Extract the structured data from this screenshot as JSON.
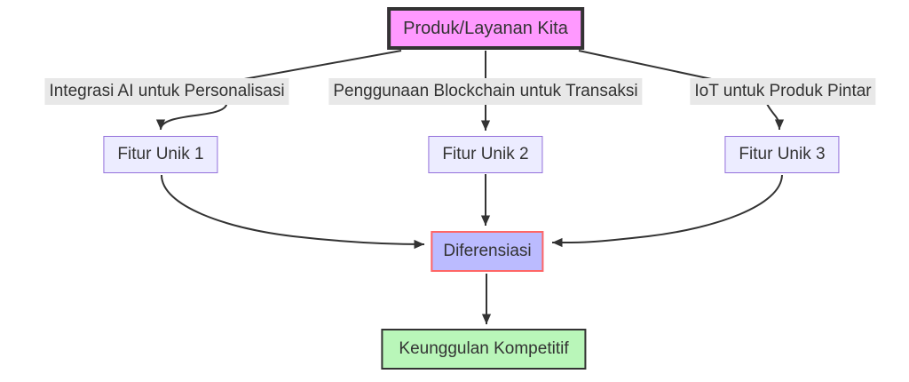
{
  "diagram": {
    "type": "flowchart-top-down",
    "background": "#ffffff",
    "text_color": "#333333",
    "edge_color": "#333333",
    "edge_label_bg": "#e8e8e8",
    "nodes": {
      "produk": {
        "label": "Produk/Layanan Kita",
        "fill": "#ff99ff",
        "border": "#333333"
      },
      "fitur1": {
        "label": "Fitur Unik 1",
        "fill": "#ececff",
        "border": "#9370db"
      },
      "fitur2": {
        "label": "Fitur Unik 2",
        "fill": "#ececff",
        "border": "#9370db"
      },
      "fitur3": {
        "label": "Fitur Unik 3",
        "fill": "#ececff",
        "border": "#9370db"
      },
      "diferensiasi": {
        "label": "Diferensiasi",
        "fill": "#bbbbff",
        "border": "#ff6666"
      },
      "keunggulan": {
        "label": "Keunggulan Kompetitif",
        "fill": "#b9f6b9",
        "border": "#333333"
      }
    },
    "edges": [
      {
        "from": "Produk/Layanan Kita",
        "to": "Fitur Unik 1",
        "label": "Integrasi AI untuk Personalisasi"
      },
      {
        "from": "Produk/Layanan Kita",
        "to": "Fitur Unik 2",
        "label": "Penggunaan Blockchain untuk Transaksi"
      },
      {
        "from": "Produk/Layanan Kita",
        "to": "Fitur Unik 3",
        "label": "IoT untuk Produk Pintar"
      },
      {
        "from": "Fitur Unik 1",
        "to": "Diferensiasi",
        "label": ""
      },
      {
        "from": "Fitur Unik 2",
        "to": "Diferensiasi",
        "label": ""
      },
      {
        "from": "Fitur Unik 3",
        "to": "Diferensiasi",
        "label": ""
      },
      {
        "from": "Diferensiasi",
        "to": "Keunggulan Kompetitif",
        "label": ""
      }
    ]
  }
}
